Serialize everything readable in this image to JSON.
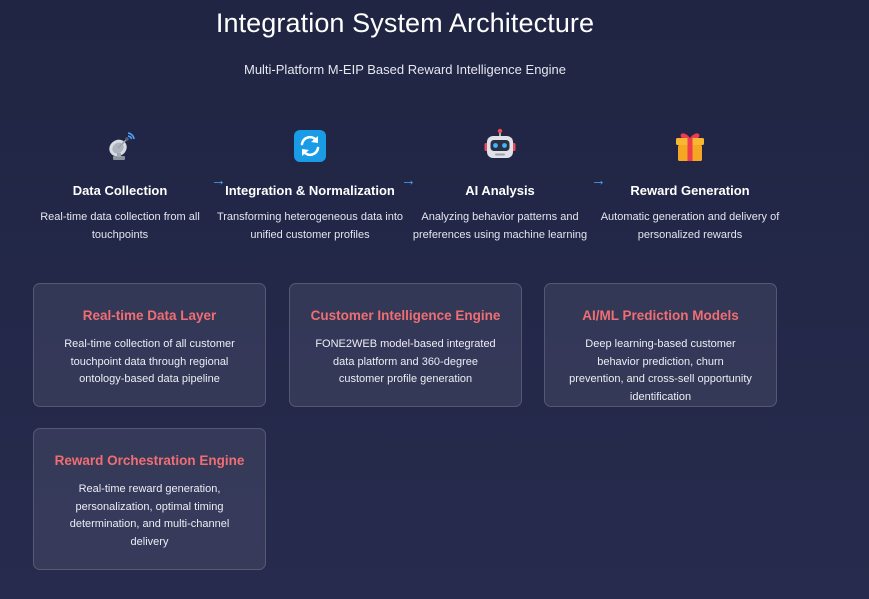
{
  "header": {
    "title": "Integration System Architecture",
    "subtitle": "Multi-Platform M-EIP Based Reward Intelligence Engine"
  },
  "flow": {
    "arrow_glyph": "→",
    "steps": [
      {
        "icon": "satellite-dish-icon",
        "title": "Data Collection",
        "description": "Real-time data collection from all touchpoints"
      },
      {
        "icon": "refresh-icon",
        "title": "Integration & Normalization",
        "description": "Transforming heterogeneous data into unified customer profiles"
      },
      {
        "icon": "robot-icon",
        "title": "AI Analysis",
        "description": "Analyzing behavior patterns and preferences using machine learning"
      },
      {
        "icon": "gift-icon",
        "title": "Reward Generation",
        "description": "Automatic generation and delivery of personalized rewards"
      }
    ]
  },
  "components": [
    {
      "title": "Real-time Data Layer",
      "description": "Real-time collection of all customer touchpoint data through regional ontology-based data pipeline"
    },
    {
      "title": "Customer Intelligence Engine",
      "description": "FONE2WEB model-based integrated data platform and 360-degree customer profile generation"
    },
    {
      "title": "AI/ML Prediction Models",
      "description": "Deep learning-based customer behavior prediction, churn prevention, and cross-sell opportunity identification"
    },
    {
      "title": "Reward Orchestration Engine",
      "description": "Real-time reward generation, personalization, optimal timing determination, and multi-channel delivery"
    }
  ],
  "colors": {
    "background": "#232849",
    "card_title": "#ef6e73",
    "arrow": "#4fa3ff"
  }
}
